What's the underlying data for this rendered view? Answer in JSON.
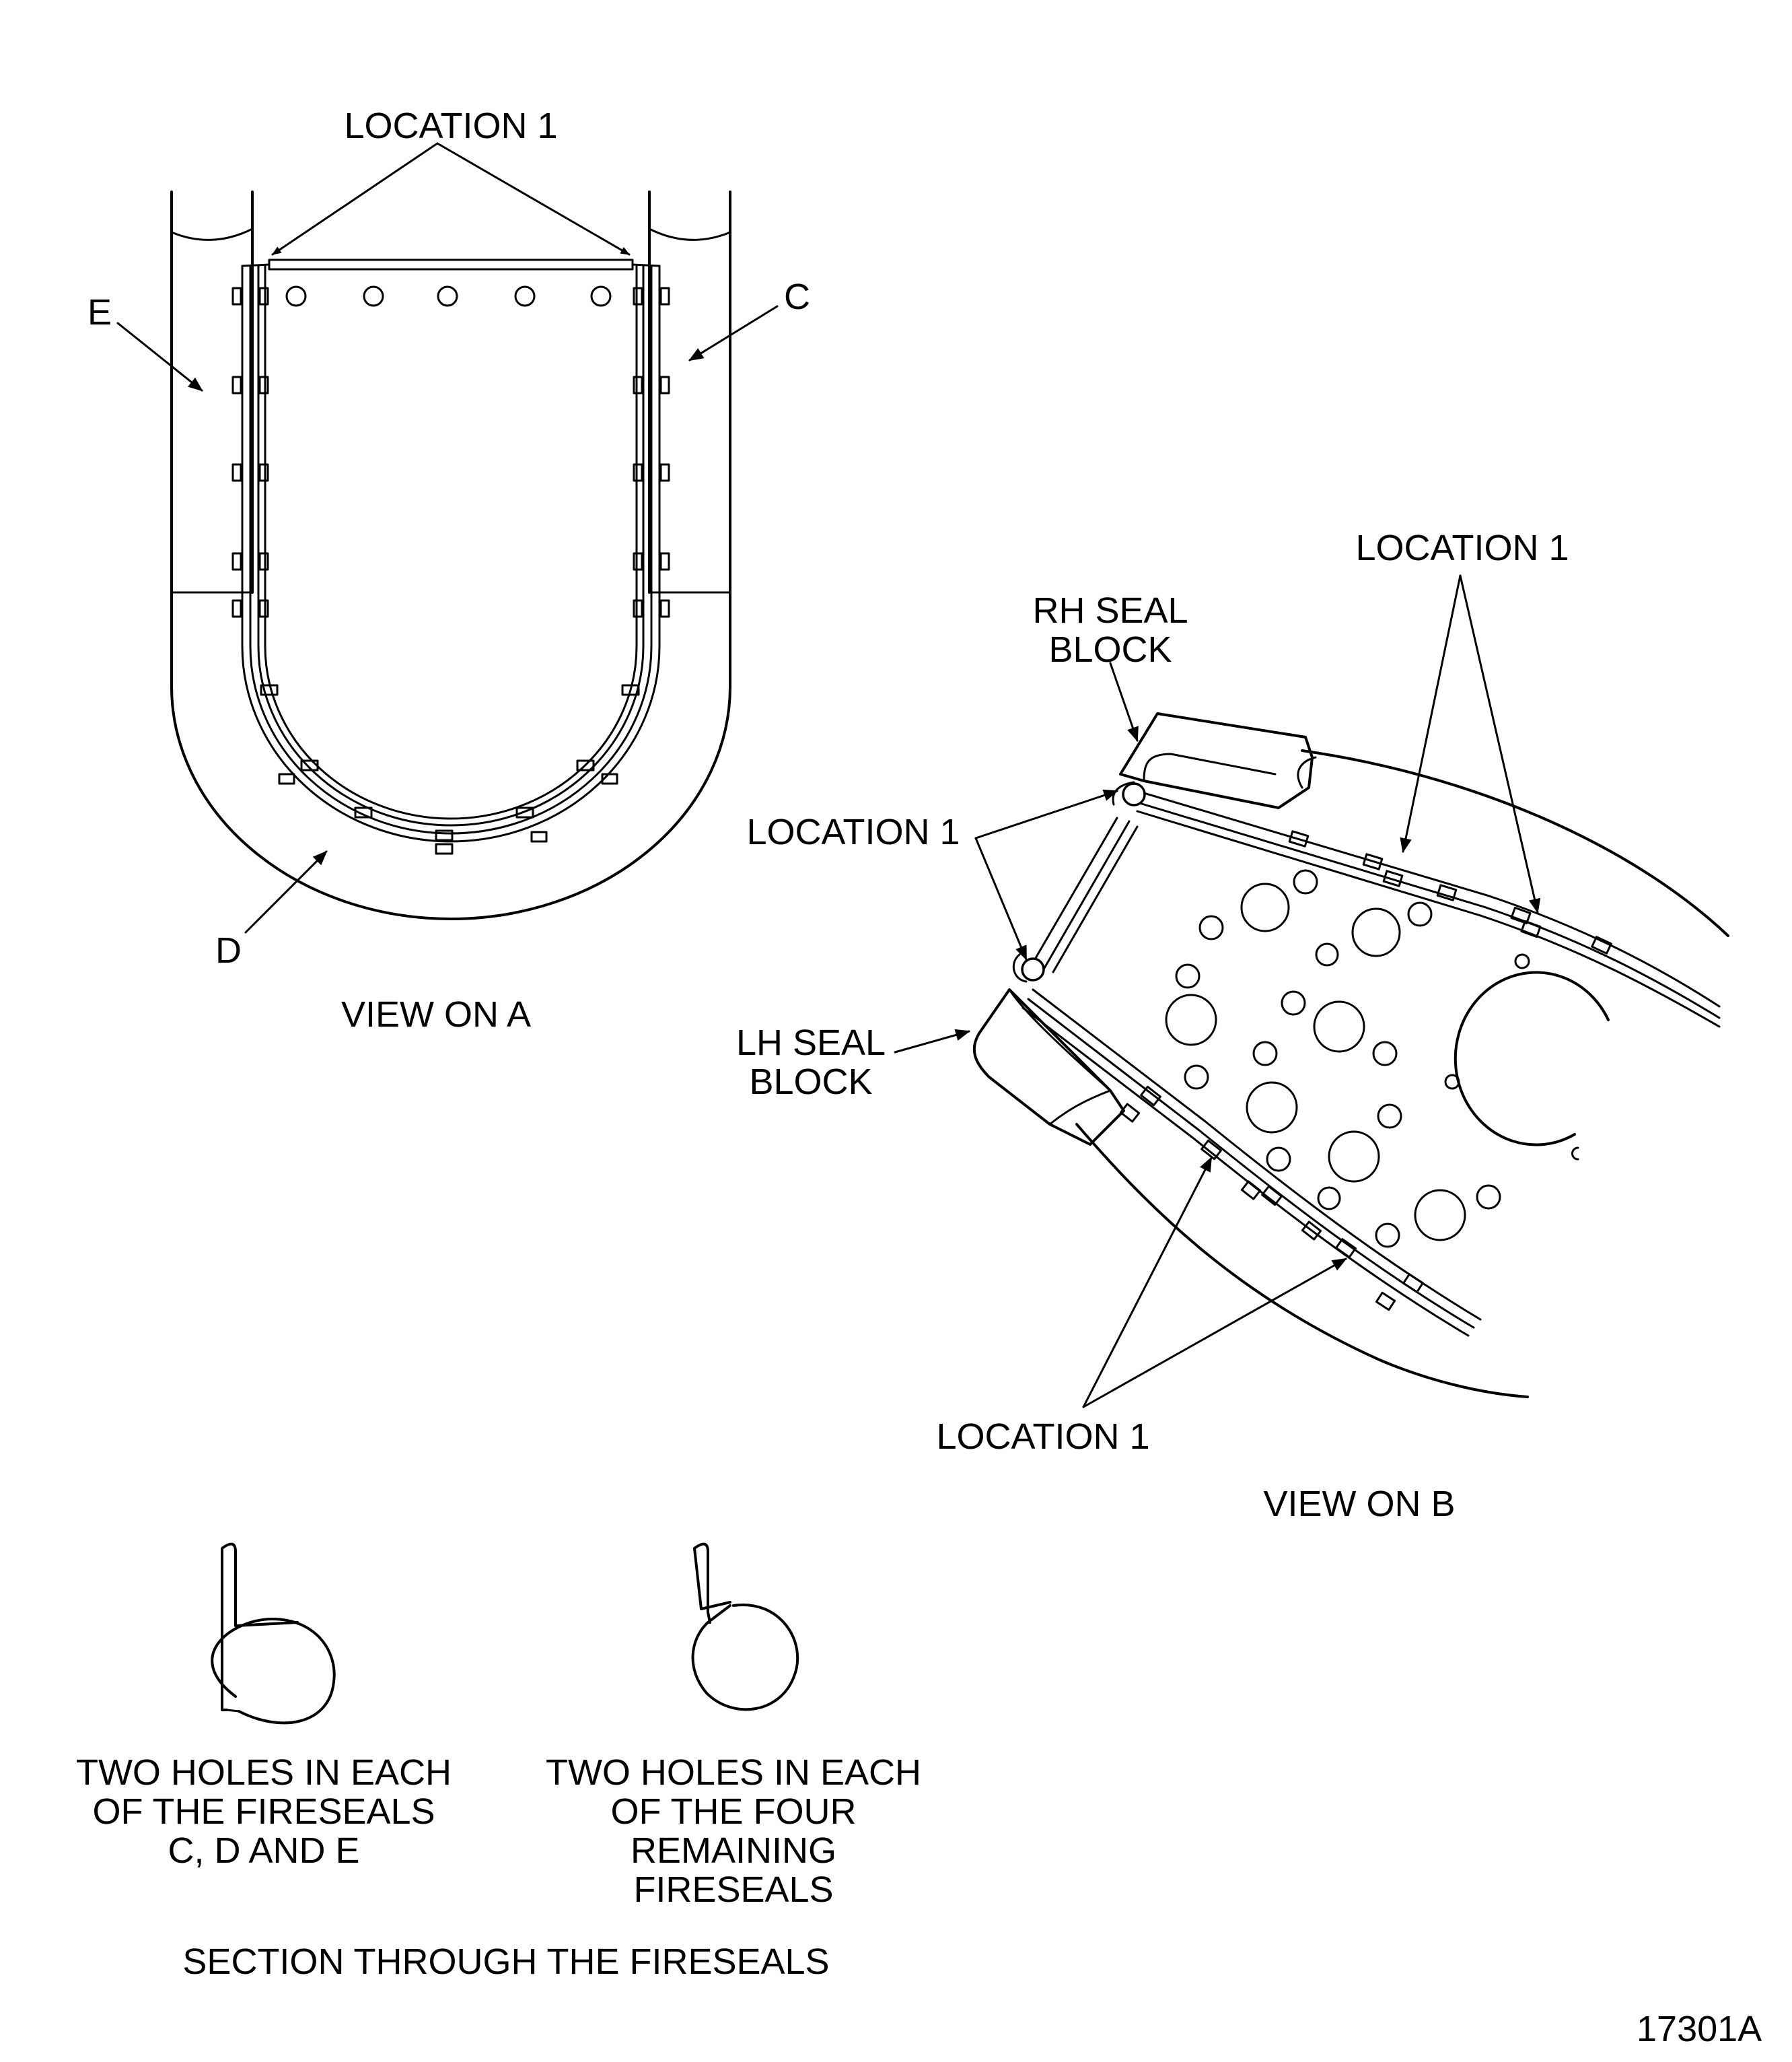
{
  "view_a": {
    "location_label": "LOCATION 1",
    "label_c": "C",
    "label_d": "D",
    "label_e": "E",
    "caption": "VIEW ON A"
  },
  "view_b": {
    "location_label_top": "LOCATION 1",
    "location_label_left": "LOCATION 1",
    "location_label_bottom": "LOCATION 1",
    "rh_seal_block": [
      "RH SEAL",
      "BLOCK"
    ],
    "lh_seal_block": [
      "LH SEAL",
      "BLOCK"
    ],
    "caption": "VIEW ON B"
  },
  "sections": {
    "left_caption": [
      "TWO HOLES IN EACH",
      "OF THE FIRESEALS",
      "C, D AND E"
    ],
    "right_caption": [
      "TWO HOLES IN EACH",
      "OF THE FOUR",
      "REMAINING",
      "FIRESEALS"
    ],
    "title": "SECTION THROUGH THE FIRESEALS"
  },
  "figure_number": "17301A"
}
